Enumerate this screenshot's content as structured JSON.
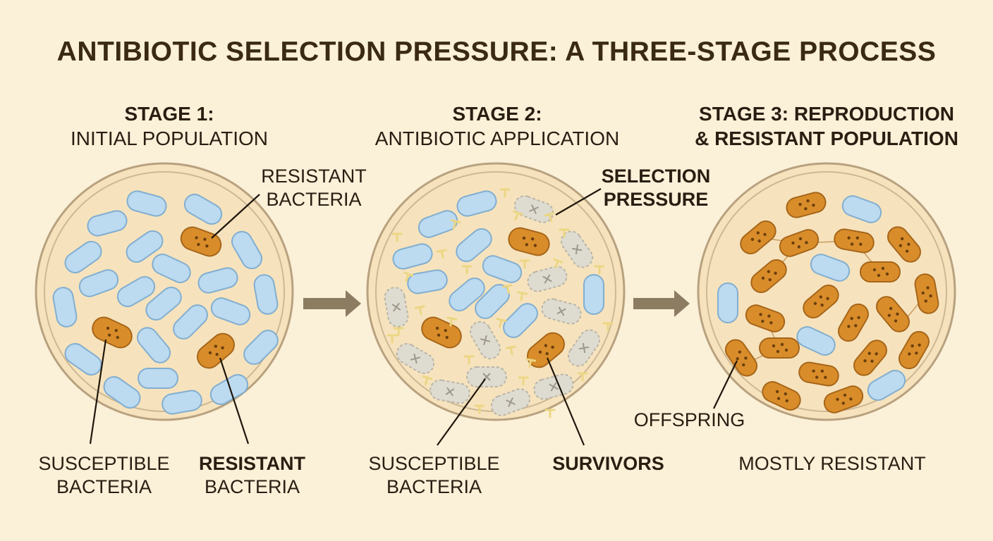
{
  "title": "ANTIBIOTIC SELECTION PRESSURE: A THREE-STAGE PROCESS",
  "colors": {
    "background": "#fbf0d8",
    "dish_fill": "#f6e3bd",
    "dish_rim": "#b8a17f",
    "susceptible": "#bcdaf0",
    "susceptible_stroke": "#82aed0",
    "resistant": "#d98d2a",
    "resistant_stroke": "#a6651a",
    "dead": "#dedbd0",
    "antibiotic": "#ecd683",
    "arrow": "#8c7d62"
  },
  "stages": [
    {
      "heading_line1": "STAGE 1:",
      "heading_line2": "INITIAL POPULATION",
      "labels": {
        "top_right": [
          "RESISTANT",
          "BACTERIA"
        ],
        "bottom_left": [
          "SUSCEPTIBLE",
          "BACTERIA"
        ],
        "bottom_right_bold": "RESISTANT",
        "bottom_right": "BACTERIA"
      }
    },
    {
      "heading_line1": "STAGE 2:",
      "heading_line2": "ANTIBIOTIC APPLICATION",
      "labels": {
        "top_right": [
          "SELECTION",
          "PRESSURE"
        ],
        "bottom_left": [
          "SUSCEPTIBLE",
          "BACTERIA"
        ],
        "bottom_right": "SURVIVORS"
      }
    },
    {
      "heading_line1": "STAGE 3: REPRODUCTION",
      "heading_line2": "& RESISTANT POPULATION",
      "labels": {
        "offspring": "OFFSPRING",
        "bottom": "MOSTLY RESISTANT"
      }
    }
  ]
}
